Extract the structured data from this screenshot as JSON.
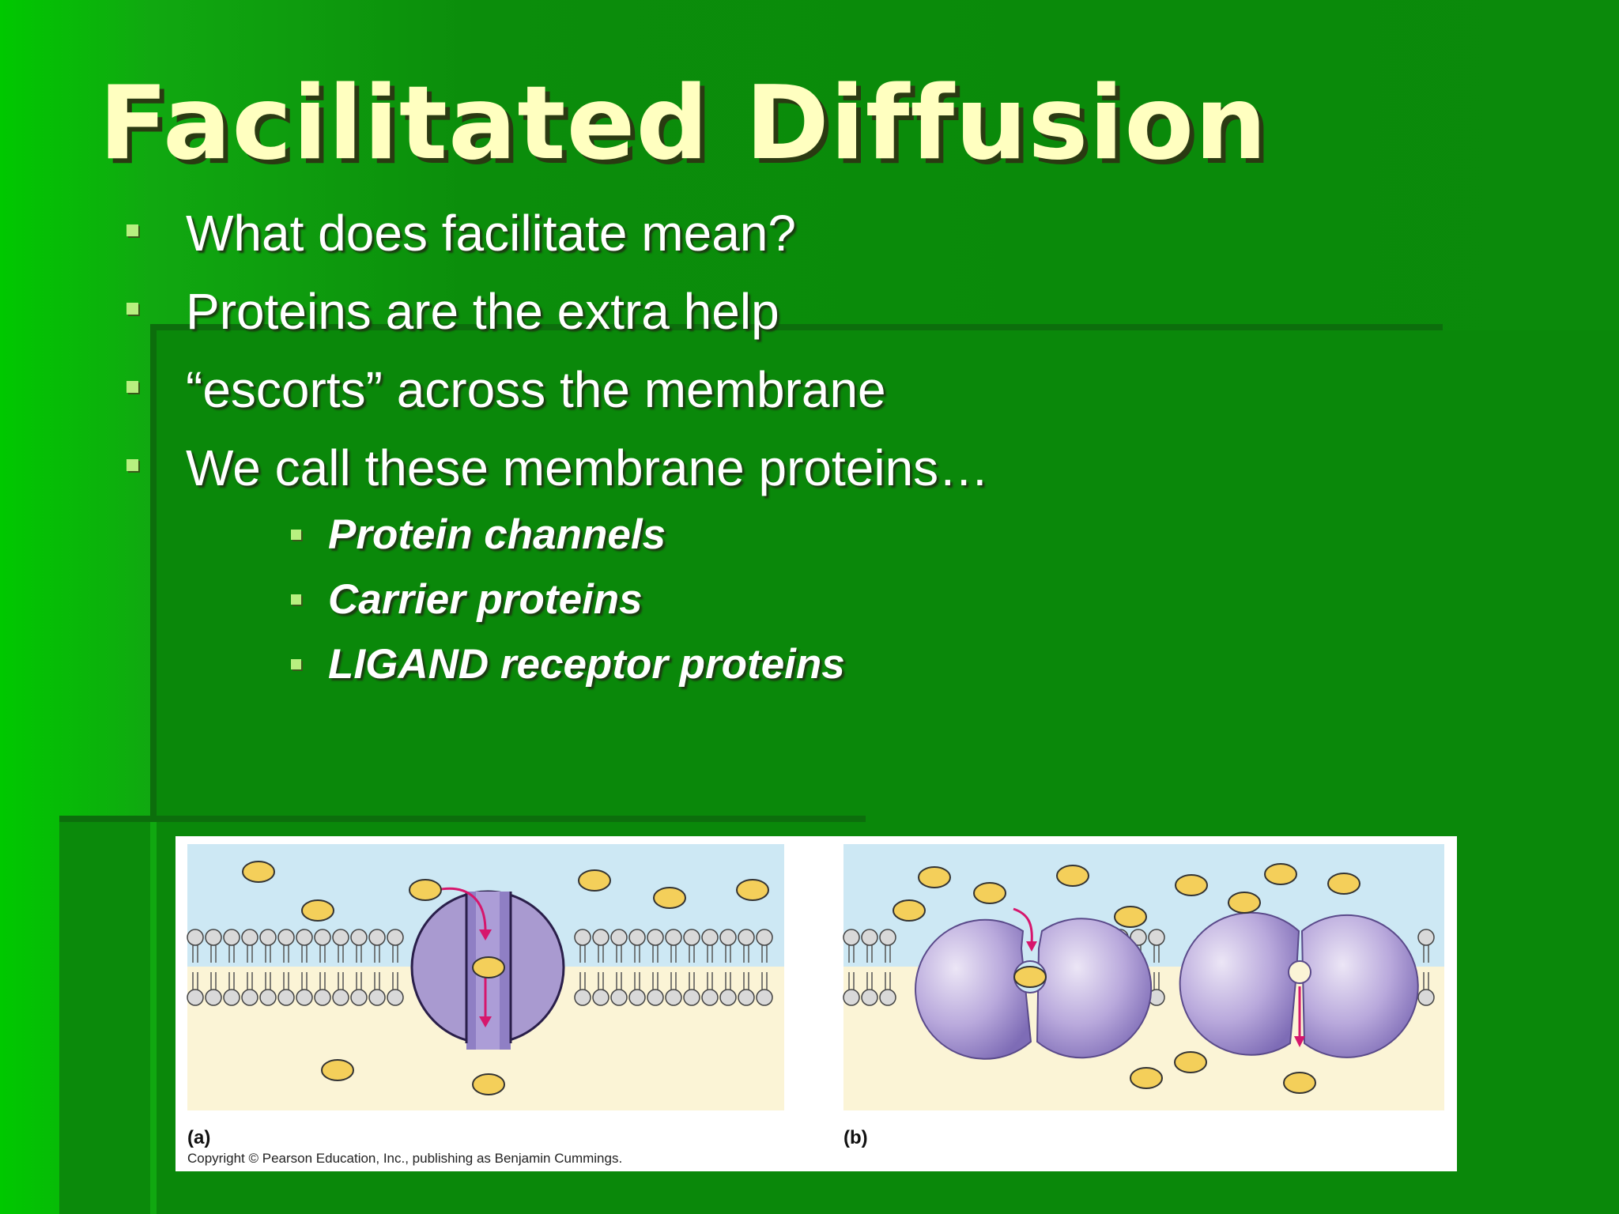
{
  "title": "Facilitated Diffusion",
  "bullets": [
    "What does facilitate mean?",
    "Proteins are the extra help",
    "“escorts” across the membrane",
    "We call these membrane proteins…"
  ],
  "sub_bullets": [
    "Protein channels",
    "Carrier proteins",
    "LIGAND receptor proteins"
  ],
  "figure": {
    "label_a": "(a)",
    "label_b": "(b)",
    "copyright": "Copyright © Pearson Education, Inc., publishing as Benjamin Cummings."
  },
  "colors": {
    "title": "#ffffc0",
    "bullet_marker": "#b8f080",
    "extracellular": "#cde8f4",
    "cytoplasm": "#fbf4d6",
    "protein": "#a99ad0",
    "molecule": "#f4cf5a",
    "arrow": "#d6166c"
  }
}
